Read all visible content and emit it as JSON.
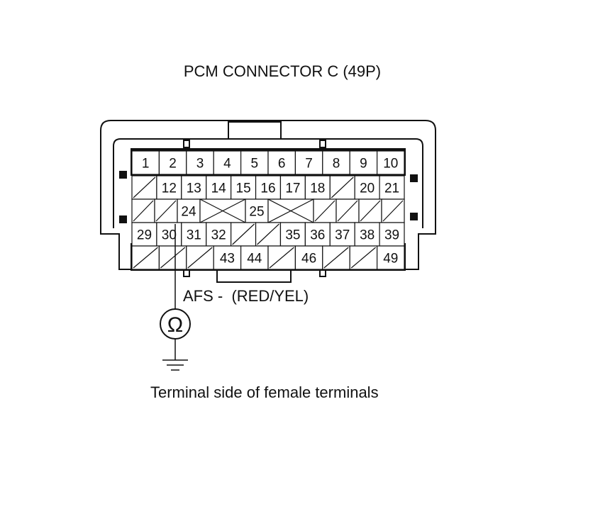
{
  "title": "PCM CONNECTOR C (49P)",
  "probe_label": "AFS -  (RED/YEL)",
  "caption": "Terminal side of female terminals",
  "probe_symbol": "Ω",
  "probe_icon": "ohmmeter-icon",
  "ground_icon": "ground-symbol-icon",
  "probed_terminal": "30",
  "rows": [
    [
      "1",
      "2",
      "3",
      "4",
      "5",
      "6",
      "7",
      "8",
      "9",
      "10"
    ],
    [
      "",
      "12",
      "13",
      "14",
      "15",
      "16",
      "17",
      "18",
      "",
      "20",
      "21"
    ],
    [
      "",
      "",
      "24",
      "X",
      "25",
      "X",
      "",
      "",
      "",
      ""
    ],
    [
      "29",
      "30",
      "31",
      "32",
      "",
      "",
      "35",
      "36",
      "37",
      "38",
      "39"
    ],
    [
      "",
      "",
      "",
      "43",
      "44",
      "",
      "46",
      "",
      "",
      "49"
    ]
  ]
}
